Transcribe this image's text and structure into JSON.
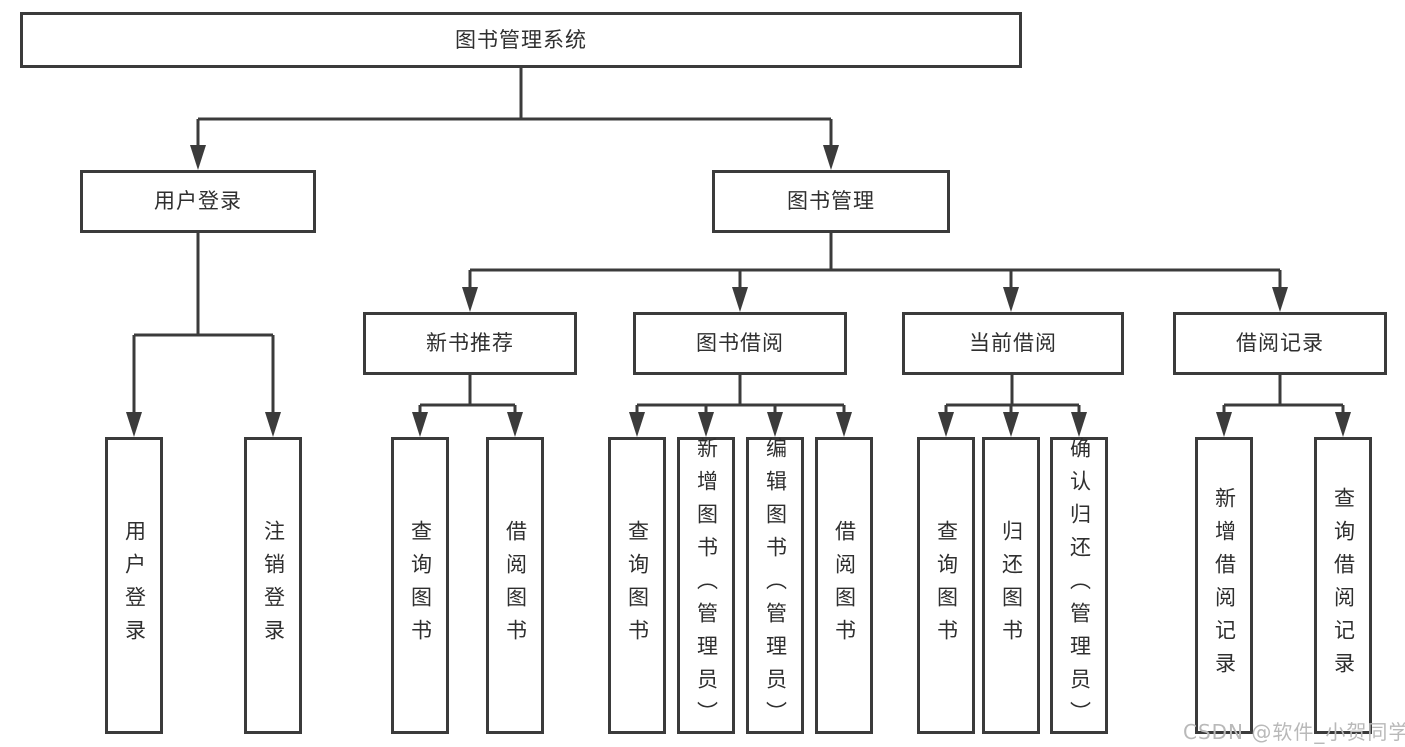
{
  "tree": {
    "root": {
      "label": "图书管理系统"
    },
    "branches": [
      {
        "label": "用户登录",
        "leaves": [
          "用户登录",
          "注销登录"
        ]
      },
      {
        "label": "图书管理",
        "sections": [
          {
            "label": "新书推荐",
            "leaves": [
              "查询图书",
              "借阅图书"
            ]
          },
          {
            "label": "图书借阅",
            "leaves": [
              "查询图书",
              "新增图书（管理员）",
              "编辑图书（管理员）",
              "借阅图书"
            ]
          },
          {
            "label": "当前借阅",
            "leaves": [
              "查询图书",
              "归还图书",
              "确认归还（管理员）"
            ]
          },
          {
            "label": "借阅记录",
            "leaves": [
              "新增借阅记录",
              "查询借阅记录"
            ]
          }
        ]
      }
    ]
  },
  "watermark": {
    "text": "CSDN @软件_小贺同学"
  },
  "colors": {
    "line": "#3b3b3b",
    "box_border": "#3b3b3b",
    "text": "#2f2f2f",
    "background": "#ffffff",
    "watermark": "#b9b9b9"
  }
}
